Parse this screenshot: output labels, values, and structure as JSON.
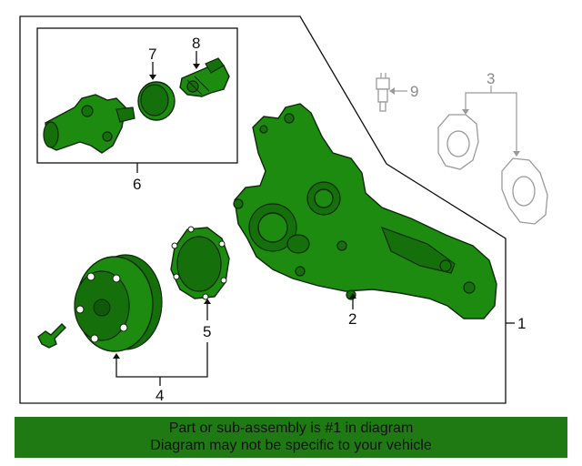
{
  "callouts": {
    "c1": "1",
    "c2": "2",
    "c3": "3",
    "c4": "4",
    "c5": "5",
    "c6": "6",
    "c7": "7",
    "c8": "8",
    "c9": "9"
  },
  "banner": {
    "line1": "Part or sub-assembly is #1 in diagram",
    "line2": "Diagram may not be specific to your vehicle"
  },
  "colors": {
    "highlight": "#1d8a10",
    "banner_bg": "#1f7a14",
    "outline": "#111111",
    "secondary": "#9a9a9a"
  }
}
